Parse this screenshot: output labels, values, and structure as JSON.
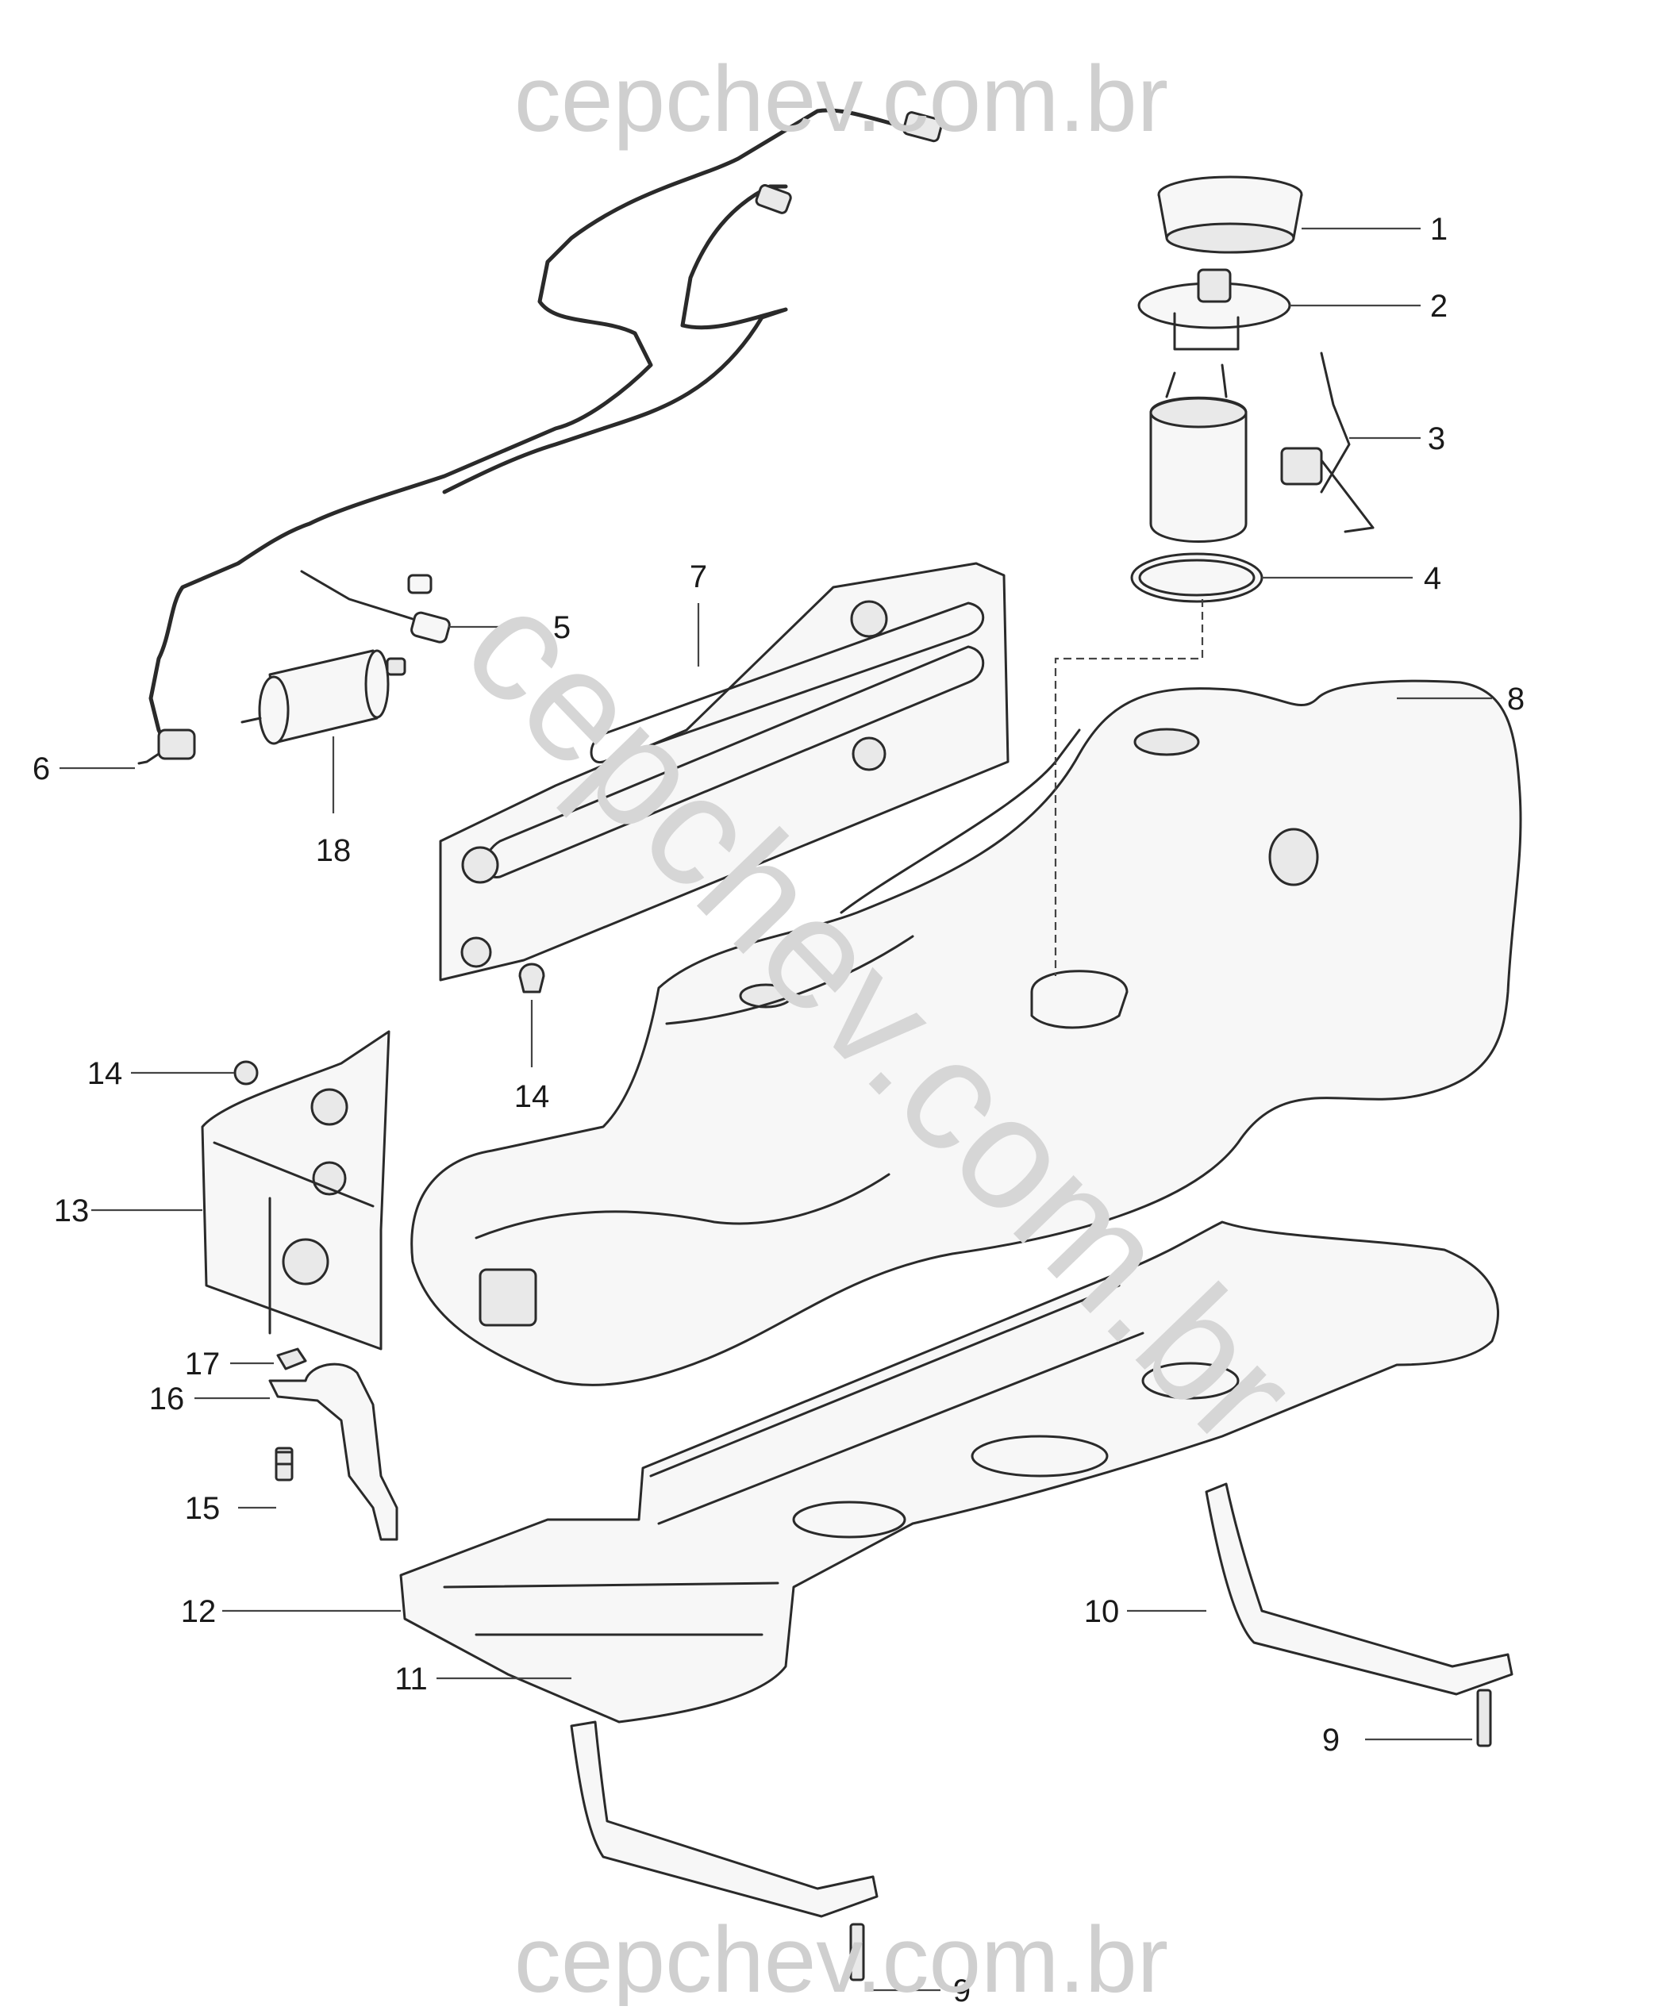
{
  "watermark": {
    "text_top": "cepchev.com.br",
    "text_bottom": "cepchev.com.br",
    "text_diagonal": "cepchev.com.br"
  },
  "callouts": [
    {
      "id": "c1",
      "label": "1"
    },
    {
      "id": "c2",
      "label": "2"
    },
    {
      "id": "c3",
      "label": "3"
    },
    {
      "id": "c4",
      "label": "4"
    },
    {
      "id": "c5",
      "label": "5"
    },
    {
      "id": "c6",
      "label": "6"
    },
    {
      "id": "c7",
      "label": "7"
    },
    {
      "id": "c8",
      "label": "8"
    },
    {
      "id": "c9a",
      "label": "9"
    },
    {
      "id": "c9b",
      "label": "9"
    },
    {
      "id": "c10",
      "label": "10"
    },
    {
      "id": "c11",
      "label": "11"
    },
    {
      "id": "c12",
      "label": "12"
    },
    {
      "id": "c13",
      "label": "13"
    },
    {
      "id": "c14a",
      "label": "14"
    },
    {
      "id": "c14b",
      "label": "14"
    },
    {
      "id": "c15",
      "label": "15"
    },
    {
      "id": "c16",
      "label": "16"
    },
    {
      "id": "c17",
      "label": "17"
    },
    {
      "id": "c18",
      "label": "18"
    }
  ]
}
